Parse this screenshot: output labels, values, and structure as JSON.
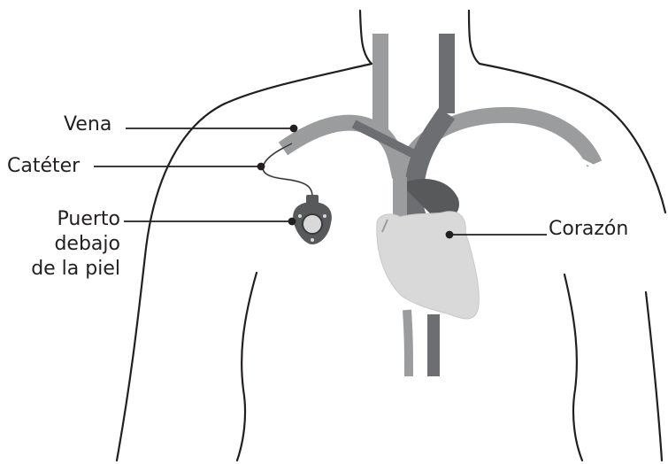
{
  "labels": {
    "vena": "Vena",
    "cateter": "Catéter",
    "puerto": [
      "Puerto",
      "debajo",
      "de la piel"
    ],
    "corazon": "Corazón"
  },
  "colors": {
    "outline": "#231f20",
    "vein_light": "#9b9c9e",
    "vein_dark": "#6d6e71",
    "heart": "#d9d9d9",
    "port": "#58595b"
  }
}
